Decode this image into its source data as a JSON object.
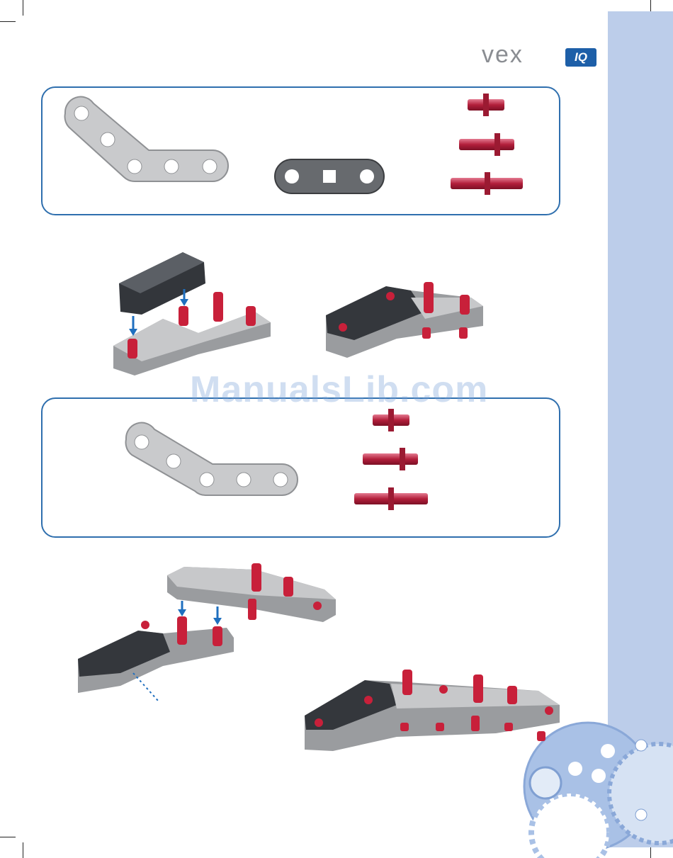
{
  "header": {
    "logo_text": "vex",
    "logo_badge": "IQ",
    "brand_color": "#1d5fa8",
    "logo_color": "#8a8d92"
  },
  "watermark": {
    "text": "ManualsLib.com"
  },
  "colors": {
    "panel_border": "#2f6fae",
    "side_band": "#bccdea",
    "beam_light": "#c9cacc",
    "beam_dark": "#4a4d52",
    "pin_red": "#c8203a",
    "arrow_blue": "#1f6fbf"
  },
  "steps": [
    {
      "parts_panel": {
        "parts": [
          "bent-beam-light-icon",
          "2x1-beam-dark-icon",
          "connector-pin-short-icon",
          "connector-pin-medium-icon",
          "connector-pin-long-icon"
        ]
      },
      "assembly_views": [
        "exploded-assembly",
        "assembled-result"
      ]
    },
    {
      "parts_panel": {
        "parts": [
          "bent-beam-light-icon",
          "connector-pin-short-icon",
          "connector-pin-medium-icon",
          "connector-pin-long-icon"
        ]
      },
      "assembly_views": [
        "exploded-assembly",
        "assembled-result"
      ]
    }
  ]
}
